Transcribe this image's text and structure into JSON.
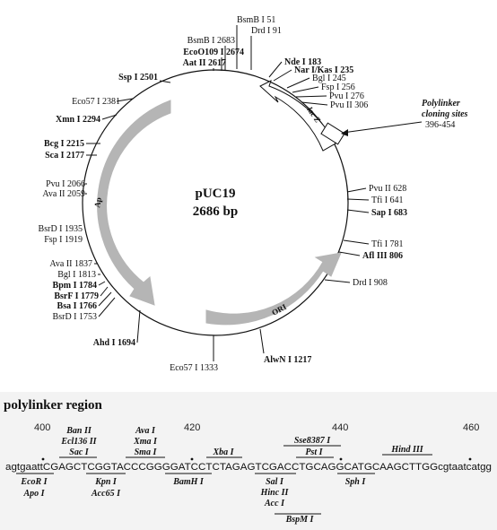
{
  "plasmid": {
    "name": "pUC19",
    "size": "2686 bp",
    "features": {
      "ap": "Ap",
      "ori": "ORI",
      "lacz": "lac Z"
    },
    "polylinker_note": {
      "line1": "Polylinker",
      "line2": "cloning sites",
      "line3": "396-454"
    },
    "right_sites": [
      {
        "name": "Nde I",
        "pos": "183",
        "bold": true
      },
      {
        "name": "Nar I/Kas I",
        "pos": "235",
        "bold": true
      },
      {
        "name": "Bgl I",
        "pos": "245",
        "bold": false
      },
      {
        "name": "Fsp I",
        "pos": "256",
        "bold": false
      },
      {
        "name": "Pvu I",
        "pos": "276",
        "bold": false
      },
      {
        "name": "Pvu II",
        "pos": "306",
        "bold": false
      },
      {
        "name": "Pvu II",
        "pos": "628",
        "bold": false
      },
      {
        "name": "Tfi I",
        "pos": "641",
        "bold": false
      },
      {
        "name": "Sap I",
        "pos": "683",
        "bold": true
      },
      {
        "name": "Tfi I",
        "pos": "781",
        "bold": false
      },
      {
        "name": "Afl III",
        "pos": "806",
        "bold": true
      },
      {
        "name": "Drd I",
        "pos": "908",
        "bold": false
      }
    ],
    "top_sites": [
      {
        "name": "BsmB I",
        "pos": "51",
        "bold": false
      },
      {
        "name": "Drd I",
        "pos": "91",
        "bold": false
      },
      {
        "name": "BsmB I",
        "pos": "2683",
        "bold": false
      },
      {
        "name": "EcoO109 I",
        "pos": "2674",
        "bold": true
      },
      {
        "name": "Aat II",
        "pos": "2617",
        "bold": true
      },
      {
        "name": "Ssp I",
        "pos": "2501",
        "bold": true
      }
    ],
    "left_sites": [
      {
        "name": "Eco57 I",
        "pos": "2381",
        "bold": false
      },
      {
        "name": "Xmn I",
        "pos": "2294",
        "bold": true
      },
      {
        "name": "Bcg I",
        "pos": "2215",
        "bold": true
      },
      {
        "name": "Sca I",
        "pos": "2177",
        "bold": true
      },
      {
        "name": "Pvu I",
        "pos": "2066",
        "bold": false
      },
      {
        "name": "Ava II",
        "pos": "2059",
        "bold": false
      },
      {
        "name": "BsrD I",
        "pos": "1935",
        "bold": false
      },
      {
        "name": "Fsp I",
        "pos": "1919",
        "bold": false
      },
      {
        "name": "Ava II",
        "pos": "1837",
        "bold": false
      },
      {
        "name": "Bgl I",
        "pos": "1813",
        "bold": false
      },
      {
        "name": "Bpm I",
        "pos": "1784",
        "bold": true
      },
      {
        "name": "BsrF I",
        "pos": "1779",
        "bold": true
      },
      {
        "name": "Bsa I",
        "pos": "1766",
        "bold": true
      },
      {
        "name": "BsrD I",
        "pos": "1753",
        "bold": false
      },
      {
        "name": "Ahd I",
        "pos": "1694",
        "bold": true
      }
    ],
    "bottom_sites": [
      {
        "name": "Eco57 I",
        "pos": "1333",
        "bold": false
      },
      {
        "name": "AlwN I",
        "pos": "1217",
        "bold": true
      }
    ]
  },
  "polylinker": {
    "heading": "polylinker region",
    "positions": [
      "400",
      "420",
      "440",
      "460"
    ],
    "seq_left": "agtgaatt",
    "seq_main": "CGAGCTCGGTACCCGGGGATCCTCTAGAGTCGACCTGCAGGCATGCAAGCTTGG",
    "seq_right": "cgtaatcatgg",
    "enzymes_above": [
      [
        "Ban II",
        "Ecl136 II",
        "Sac I"
      ],
      [
        "Ava I",
        "Xma I",
        "Sma I"
      ],
      [
        "Xba I"
      ],
      [
        "Sse8387 I",
        "Pst I"
      ],
      [
        "Hind III"
      ]
    ],
    "enzymes_below": [
      [
        "EcoR I",
        "Apo I"
      ],
      [
        "Kpn I",
        "Acc65 I"
      ],
      [
        "BamH I"
      ],
      [
        "Sal I",
        "Hinc II",
        "Acc I"
      ],
      [
        "Sph I"
      ],
      [
        "BspM I"
      ]
    ]
  }
}
